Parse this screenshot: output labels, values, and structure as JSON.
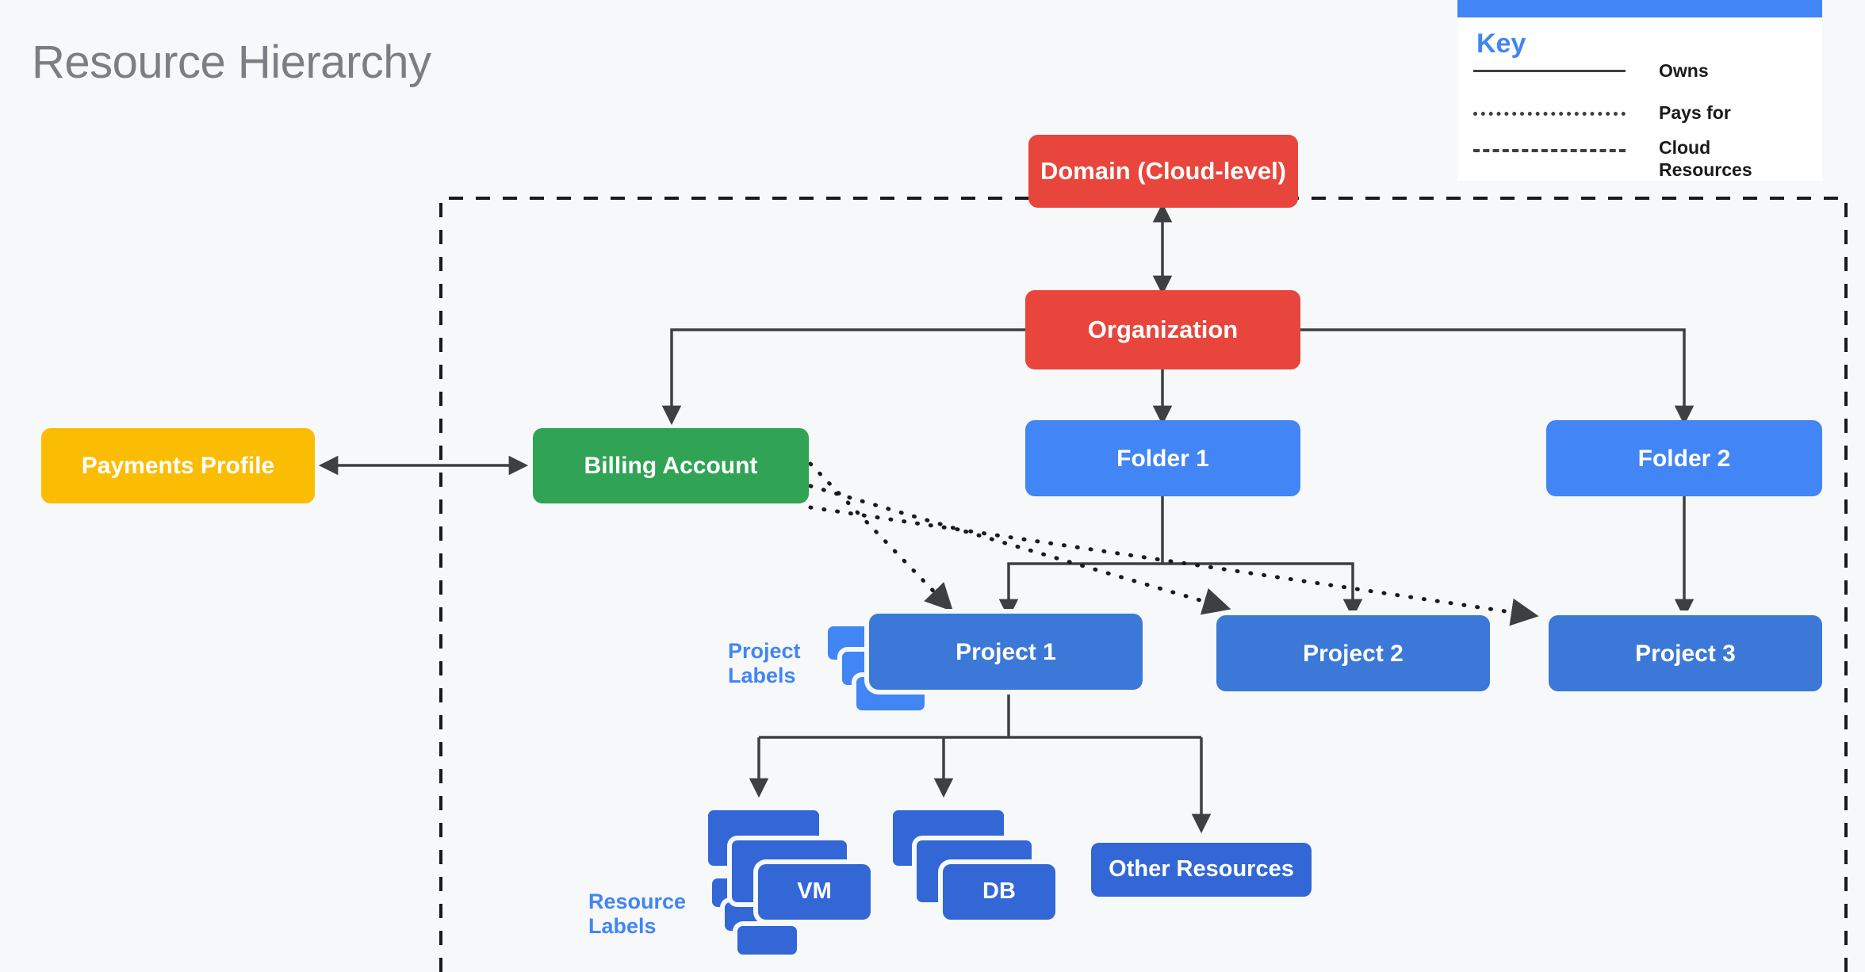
{
  "page": {
    "title": "Resource Hierarchy",
    "background_color": "#f6f8fa",
    "title_color": "#7b7f83"
  },
  "key": {
    "title": "Key",
    "accent_color": "#4285f4",
    "rows": [
      {
        "style": "solid",
        "label": "Owns"
      },
      {
        "style": "dotted",
        "label": "Pays for"
      },
      {
        "style": "dashed",
        "label": "Cloud Resources"
      }
    ]
  },
  "boundary": {
    "name": "cloud-resources-boundary",
    "style": "dashed",
    "color": "#1a1a1a"
  },
  "nodes": {
    "domain": {
      "label": "Domain (Cloud-level)",
      "color": "#e8453c"
    },
    "organization": {
      "label": "Organization",
      "color": "#e8453c"
    },
    "payments_profile": {
      "label": "Payments Profile",
      "color": "#fbbc04"
    },
    "billing_account": {
      "label": "Billing Account",
      "color": "#30a355"
    },
    "folder1": {
      "label": "Folder 1",
      "color": "#4285f4"
    },
    "folder2": {
      "label": "Folder 2",
      "color": "#4285f4"
    },
    "project1": {
      "label": "Project 1",
      "color": "#3c78d8"
    },
    "project2": {
      "label": "Project 2",
      "color": "#3c78d8"
    },
    "project3": {
      "label": "Project 3",
      "color": "#3c78d8"
    },
    "vm": {
      "label": "VM",
      "color": "#3367d6"
    },
    "db": {
      "label": "DB",
      "color": "#3367d6"
    },
    "other_resources": {
      "label": "Other Resources",
      "color": "#3367d6"
    }
  },
  "labels": {
    "project_labels": "Project\nLabels",
    "project_labels_line1": "Project",
    "project_labels_line2": "Labels",
    "resource_labels_line1": "Resource",
    "resource_labels_line2": "Labels",
    "label_color": "#4285f4"
  },
  "edges": [
    {
      "from": "organization",
      "to": "domain",
      "type": "owns",
      "arrows": "both"
    },
    {
      "from": "organization",
      "to": "billing_account",
      "type": "owns",
      "arrows": "end"
    },
    {
      "from": "organization",
      "to": "folder1",
      "type": "owns",
      "arrows": "end"
    },
    {
      "from": "organization",
      "to": "folder2",
      "type": "owns",
      "arrows": "end"
    },
    {
      "from": "payments_profile",
      "to": "billing_account",
      "type": "owns",
      "arrows": "both"
    },
    {
      "from": "folder1",
      "to": "project1",
      "type": "owns",
      "arrows": "end"
    },
    {
      "from": "folder1",
      "to": "project2",
      "type": "owns",
      "arrows": "end"
    },
    {
      "from": "folder2",
      "to": "project3",
      "type": "owns",
      "arrows": "end"
    },
    {
      "from": "billing_account",
      "to": "project1",
      "type": "pays-for",
      "arrows": "end"
    },
    {
      "from": "billing_account",
      "to": "project2",
      "type": "pays-for",
      "arrows": "end"
    },
    {
      "from": "billing_account",
      "to": "project3",
      "type": "pays-for",
      "arrows": "end"
    },
    {
      "from": "project1",
      "to": "vm",
      "type": "owns",
      "arrows": "end"
    },
    {
      "from": "project1",
      "to": "db",
      "type": "owns",
      "arrows": "end"
    },
    {
      "from": "project1",
      "to": "other_resources",
      "type": "owns",
      "arrows": "end"
    }
  ]
}
